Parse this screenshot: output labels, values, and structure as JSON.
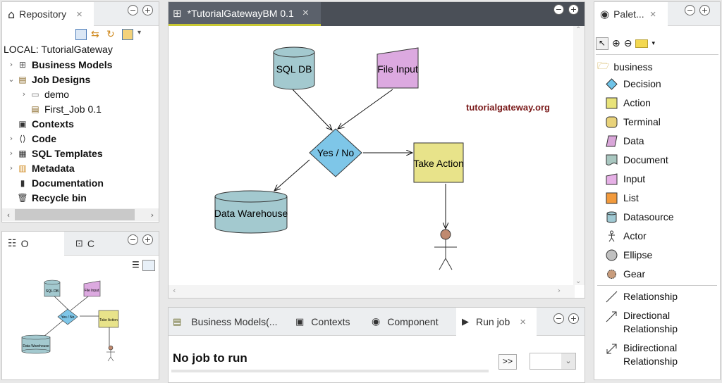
{
  "repository": {
    "tab_label": "Repository",
    "local_label": "LOCAL: TutorialGateway",
    "tree": [
      {
        "label": "Business Models"
      },
      {
        "label": "Job Designs"
      },
      {
        "label": "demo"
      },
      {
        "label": "First_Job 0.1"
      },
      {
        "label": "Contexts"
      },
      {
        "label": "Code"
      },
      {
        "label": "SQL Templates"
      },
      {
        "label": "Metadata"
      },
      {
        "label": "Documentation"
      },
      {
        "label": "Recycle bin"
      }
    ]
  },
  "outline": {
    "tab1_label": "O",
    "tab2_label": "C",
    "mini": {
      "sql_db": "SQL DB",
      "file_input": "File Input",
      "yes_no": "Yes / No",
      "take_action": "Take Action",
      "data_warehouse": "Data Warehouse"
    }
  },
  "editor": {
    "tab_label": "*TutorialGatewayBM 0.1",
    "watermark": "tutorialgateway.org",
    "nodes": {
      "sql_db": "SQL DB",
      "file_input": "File Input",
      "yes_no": "Yes / No",
      "take_action": "Take Action",
      "data_warehouse": "Data Warehouse"
    }
  },
  "bottom": {
    "tabs": [
      {
        "label": "Business Models(..."
      },
      {
        "label": "Contexts"
      },
      {
        "label": "Component"
      },
      {
        "label": "Run job"
      }
    ],
    "message": "No job to run",
    "run_button": ">>"
  },
  "palette": {
    "tab_label": "Palet...",
    "folder": "business",
    "shapes": [
      {
        "label": "Decision",
        "icon": "decision-icon",
        "color": "#6ec3e8"
      },
      {
        "label": "Action",
        "icon": "action-icon",
        "color": "#e8e37a"
      },
      {
        "label": "Terminal",
        "icon": "terminal-icon",
        "color": "#e8d27a"
      },
      {
        "label": "Data",
        "icon": "data-icon",
        "color": "#d9a6d9"
      },
      {
        "label": "Document",
        "icon": "document-icon",
        "color": "#a9c7c0"
      },
      {
        "label": "Input",
        "icon": "input-icon",
        "color": "#e6b0e6"
      },
      {
        "label": "List",
        "icon": "list-icon",
        "color": "#f29a3c"
      },
      {
        "label": "Datasource",
        "icon": "datasource-icon",
        "color": "#9fc9d3"
      },
      {
        "label": "Actor",
        "icon": "actor-icon",
        "color": "#333333"
      },
      {
        "label": "Ellipse",
        "icon": "ellipse-icon",
        "color": "#c0c0c0"
      },
      {
        "label": "Gear",
        "icon": "gear-icon",
        "color": "#c89c7c"
      }
    ],
    "connectors": [
      {
        "label": "Relationship"
      },
      {
        "label": "Directional",
        "label2": "Relationship"
      },
      {
        "label": "Bidirectional",
        "label2": "Relationship"
      }
    ]
  },
  "colors": {
    "editor_accent": "#c8c832",
    "db_fill": "#a3c9cf",
    "input_fill": "#dca9e0",
    "decision_fill": "#7ec6e8",
    "action_fill": "#e8e38a",
    "actor_head": "#c08a70",
    "watermark": "#7a1a1a"
  }
}
